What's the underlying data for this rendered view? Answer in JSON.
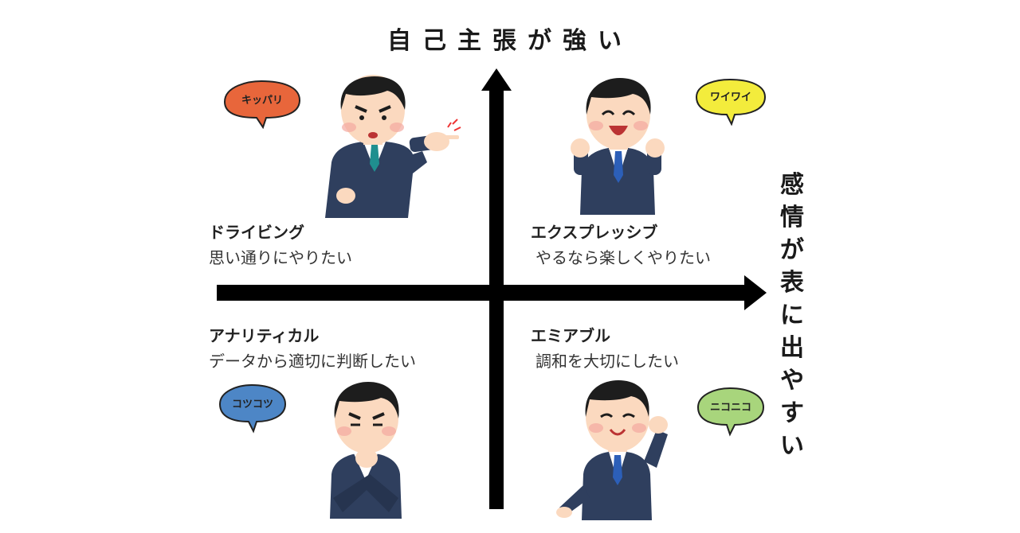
{
  "axes": {
    "vertical_label": "自己主張が強い",
    "horizontal_label_chars": [
      "感",
      "情",
      "が",
      "表",
      "に",
      "出",
      "や",
      "す",
      "い"
    ]
  },
  "quadrants": {
    "driving": {
      "title": "ドライビング",
      "desc": "思い通りにやりたい",
      "bubble": "キッパリ",
      "bubble_color": "#e8663b"
    },
    "expressive": {
      "title": "エクスプレッシブ",
      "desc": "やるなら楽しくやりたい",
      "bubble": "ワイワイ",
      "bubble_color": "#f3ec3c"
    },
    "analytical": {
      "title": "アナリティカル",
      "desc": "データから適切に判断したい",
      "bubble": "コツコツ",
      "bubble_color": "#4d86c6"
    },
    "amiable": {
      "title": "エミアブル",
      "desc": "調和を大切にしたい",
      "bubble": "ニコニコ",
      "bubble_color": "#a8d57c"
    }
  },
  "colors": {
    "suit": "#2f3f5e",
    "skin": "#fbd9bf",
    "hair": "#1d1d1d",
    "tie_teal": "#1f8f8f",
    "tie_blue": "#2c5fb8",
    "axis": "#000000"
  }
}
